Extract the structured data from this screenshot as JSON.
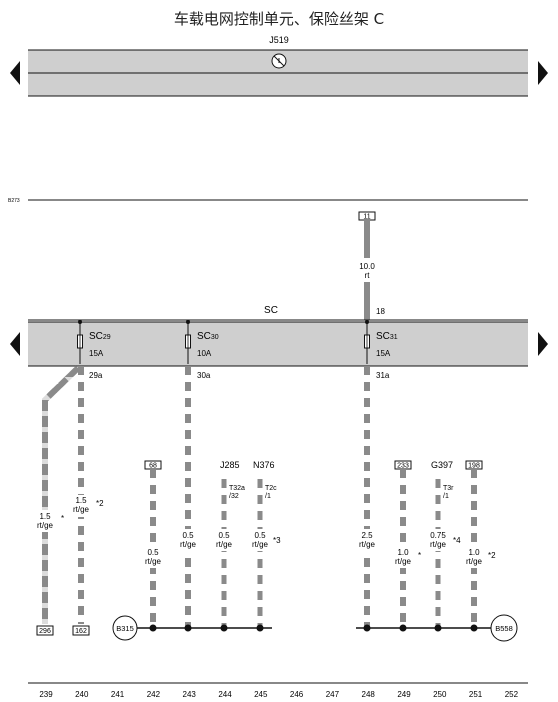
{
  "title": "车载电网控制单元、保险丝架 C",
  "unit": "J519",
  "bus_label": "B273",
  "fuse_block": "SC",
  "colors": {
    "rail": "#cfcfcf",
    "wire_dark": "#8a8a8a",
    "wire_light": "#d8d8d8",
    "wire_red": "#9a9a9a",
    "line": "#111111"
  },
  "fuses": [
    {
      "id": "SC29",
      "name": "SC",
      "sub": "29",
      "amp": "15A",
      "pin": "29a"
    },
    {
      "id": "SC30",
      "name": "SC",
      "sub": "30",
      "amp": "10A",
      "pin": "30a"
    },
    {
      "id": "SC31",
      "name": "SC",
      "sub": "31",
      "amp": "15A",
      "pin": "31a",
      "in_pin": "18"
    }
  ],
  "feed": {
    "box": "11",
    "gauge": "10.0",
    "color": "rt"
  },
  "wires": [
    {
      "col": "239",
      "gauge": "1.5",
      "color": "rt/ge",
      "star": "*",
      "bottom_box": "296"
    },
    {
      "col": "240",
      "gauge": "1.5",
      "color": "rt/ge",
      "star": "*2",
      "bottom_box": "162"
    },
    {
      "col": "242",
      "gauge": "0.5",
      "color": "rt/ge",
      "top_box": "68"
    },
    {
      "col": "243",
      "gauge": "0.5",
      "color": "rt/ge"
    },
    {
      "col": "244",
      "gauge": "0.5",
      "color": "rt/ge",
      "comp": "J285",
      "comp_pin": [
        "T32a",
        "/32"
      ]
    },
    {
      "col": "245",
      "gauge": "0.5",
      "color": "rt/ge",
      "comp": "N376",
      "comp_pin": [
        "T2c",
        "/1"
      ],
      "star": "*3"
    },
    {
      "col": "248",
      "gauge": "2.5",
      "color": "rt/ge"
    },
    {
      "col": "249",
      "gauge": "1.0",
      "color": "rt/ge",
      "top_box": "233",
      "star": "*"
    },
    {
      "col": "250",
      "gauge": "0.75",
      "color": "rt/ge",
      "comp": "G397",
      "comp_pin": [
        "T3r",
        "/1"
      ],
      "star": "*4"
    },
    {
      "col": "251",
      "gauge": "1.0",
      "color": "rt/ge",
      "top_box": "198",
      "star": "*2"
    }
  ],
  "grounds": [
    "B315",
    "B558"
  ],
  "columns": [
    "239",
    "240",
    "241",
    "242",
    "243",
    "244",
    "245",
    "246",
    "247",
    "248",
    "249",
    "250",
    "251",
    "252"
  ]
}
